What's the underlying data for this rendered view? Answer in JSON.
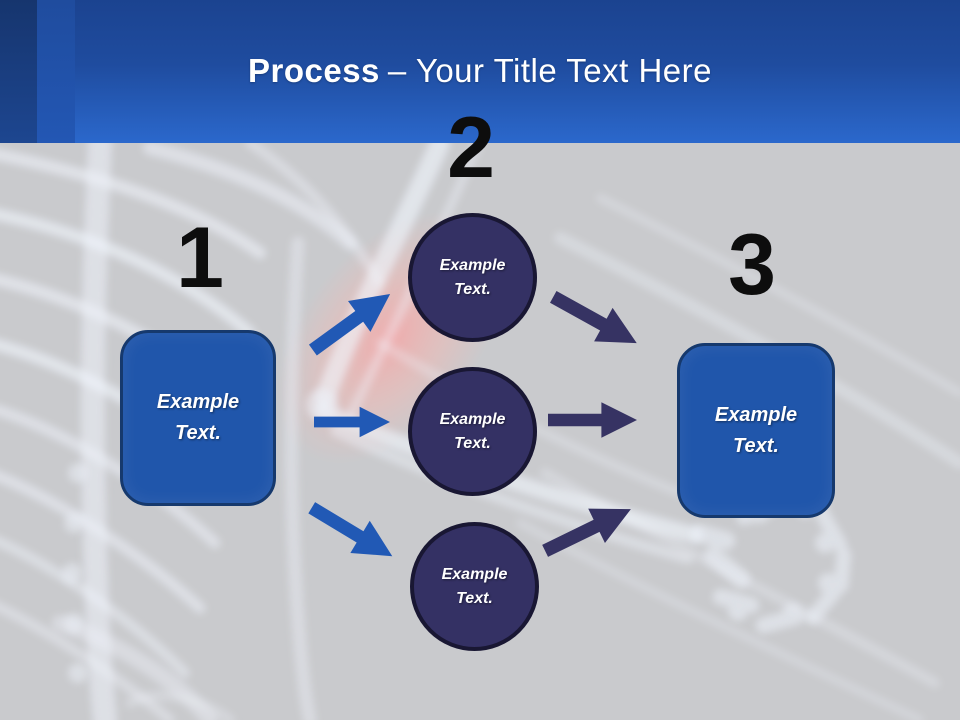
{
  "header": {
    "title_bold": "Process",
    "title_rest": "– Your Title Text Here"
  },
  "steps": [
    {
      "number": "1"
    },
    {
      "number": "2"
    },
    {
      "number": "3"
    }
  ],
  "left_box": {
    "label": "Example Text."
  },
  "right_box": {
    "label": "Example Text."
  },
  "circles": [
    {
      "label": "Example Text."
    },
    {
      "label": "Example Text."
    },
    {
      "label": "Example Text."
    }
  ],
  "colors": {
    "header_gradient_top": "#1b4390",
    "header_gradient_bottom": "#2b68cc",
    "header_stripe_dark": "#16356e",
    "header_stripe_medium": "#1f4c9e",
    "canvas_gray": "#c9cacd",
    "title_text": "#ffffff",
    "number_text": "#0d0d0d",
    "box_fill": "#2056ab",
    "box_border": "#16396d",
    "circle_fill": "#343164",
    "circle_border": "#191733",
    "arrow_blue": "#2159b5",
    "arrow_navy": "#363363",
    "xray_bone": "#eef3fb",
    "xray_red_glow": "#ff9e9e"
  }
}
